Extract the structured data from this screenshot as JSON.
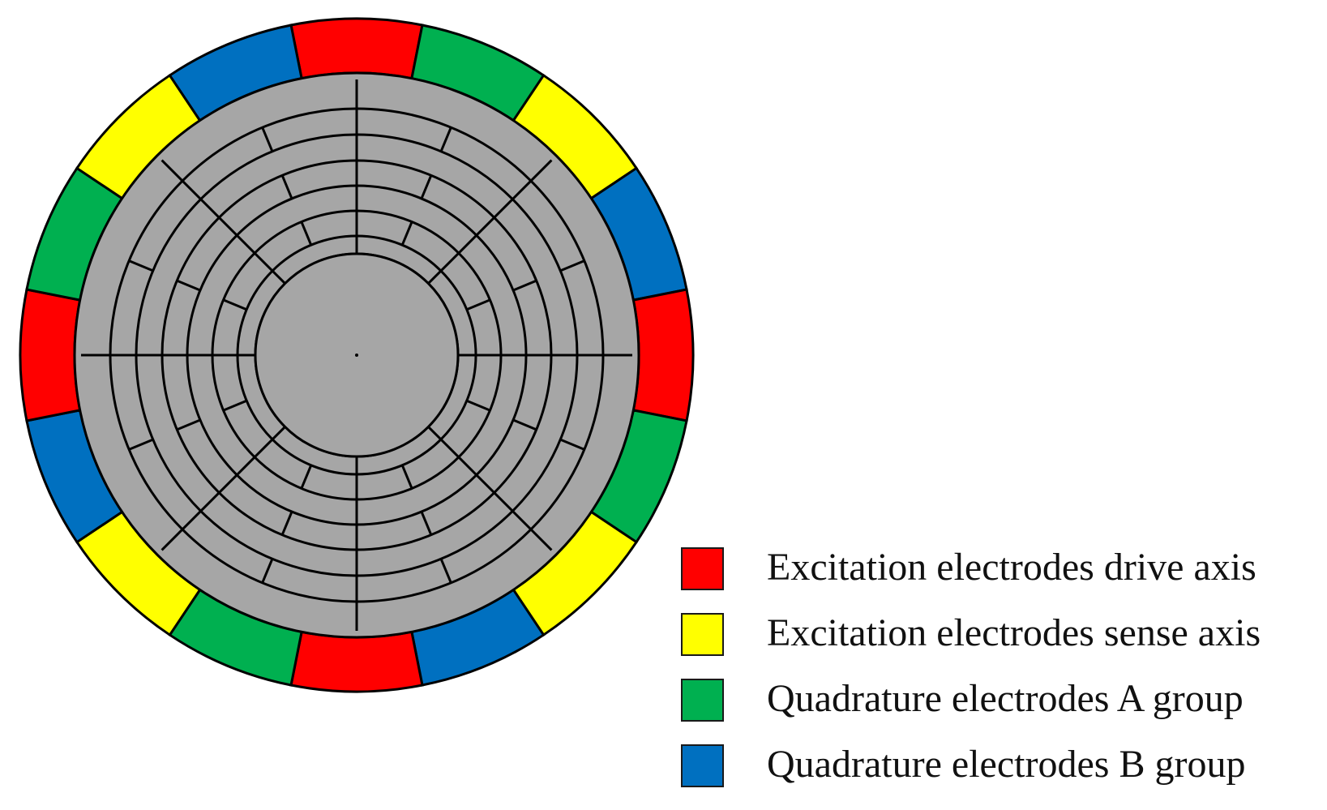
{
  "colors": {
    "drive_axis": "#ff0000",
    "sense_axis": "#ffff00",
    "quadrature_a": "#00b050",
    "quadrature_b": "#0070c0",
    "resonator_body": "#a6a6a6",
    "outline": "#000000"
  },
  "electrode_ring": {
    "segment_count": 16,
    "segment_groups_clockwise_from_top": [
      "drive_axis",
      "quadrature_a",
      "sense_axis",
      "quadrature_b",
      "drive_axis",
      "quadrature_a",
      "sense_axis",
      "quadrature_b",
      "drive_axis",
      "quadrature_a",
      "sense_axis",
      "quadrature_b",
      "drive_axis",
      "quadrature_a",
      "sense_axis",
      "quadrature_b"
    ]
  },
  "resonator": {
    "ring_count": 7,
    "spoke_counts_per_gap": [
      8,
      16,
      8,
      16,
      8,
      16,
      8
    ]
  },
  "legend": {
    "items": [
      {
        "key": "drive_axis",
        "label": "Excitation electrodes drive axis"
      },
      {
        "key": "sense_axis",
        "label": "Excitation electrodes sense axis"
      },
      {
        "key": "quadrature_a",
        "label": "Quadrature electrodes A group"
      },
      {
        "key": "quadrature_b",
        "label": "Quadrature electrodes B group"
      }
    ]
  }
}
